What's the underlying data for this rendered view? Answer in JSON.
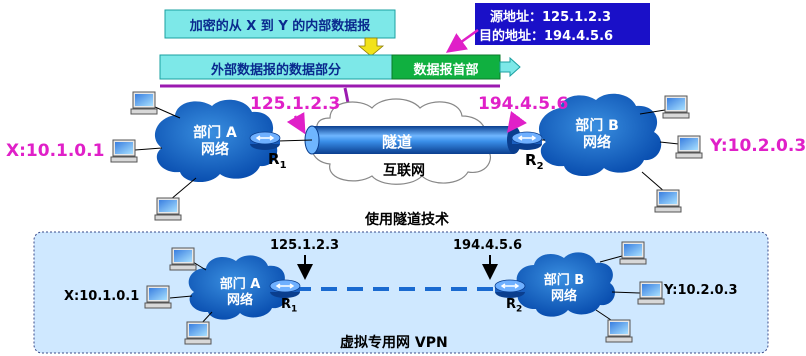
{
  "packet": {
    "inner_datagram": "加密的从 X 到 Y 的内部数据报",
    "outer_body": "外部数据报的数据部分",
    "outer_header": "数据报首部",
    "source_label": "源地址：125.1.2.3",
    "dest_label": "目的地址：194.4.5.6"
  },
  "top": {
    "left_cloud": {
      "line1": "部门 A",
      "line2": "网络"
    },
    "right_cloud": {
      "line1": "部门 B",
      "line2": "网络"
    },
    "router_left": "R",
    "router_left_sub": "1",
    "router_right": "R",
    "router_right_sub": "2",
    "ip_left": "125.1.2.3",
    "ip_right": "194.4.5.6",
    "host_x": "X:10.1.0.1",
    "host_y": "Y:10.2.0.3",
    "tunnel_label": "隧道",
    "internet_label": "互联网",
    "caption": "使用隧道技术"
  },
  "bottom": {
    "left_cloud": {
      "line1": "部门 A",
      "line2": "网络"
    },
    "right_cloud": {
      "line1": "部门 B",
      "line2": "网络"
    },
    "router_left": "R",
    "router_left_sub": "1",
    "router_right": "R",
    "router_right_sub": "2",
    "ip_left": "125.1.2.3",
    "ip_right": "194.4.5.6",
    "host_x": "X:10.1.0.1",
    "host_y": "Y:10.2.0.3",
    "caption": "虚拟专用网 VPN"
  }
}
